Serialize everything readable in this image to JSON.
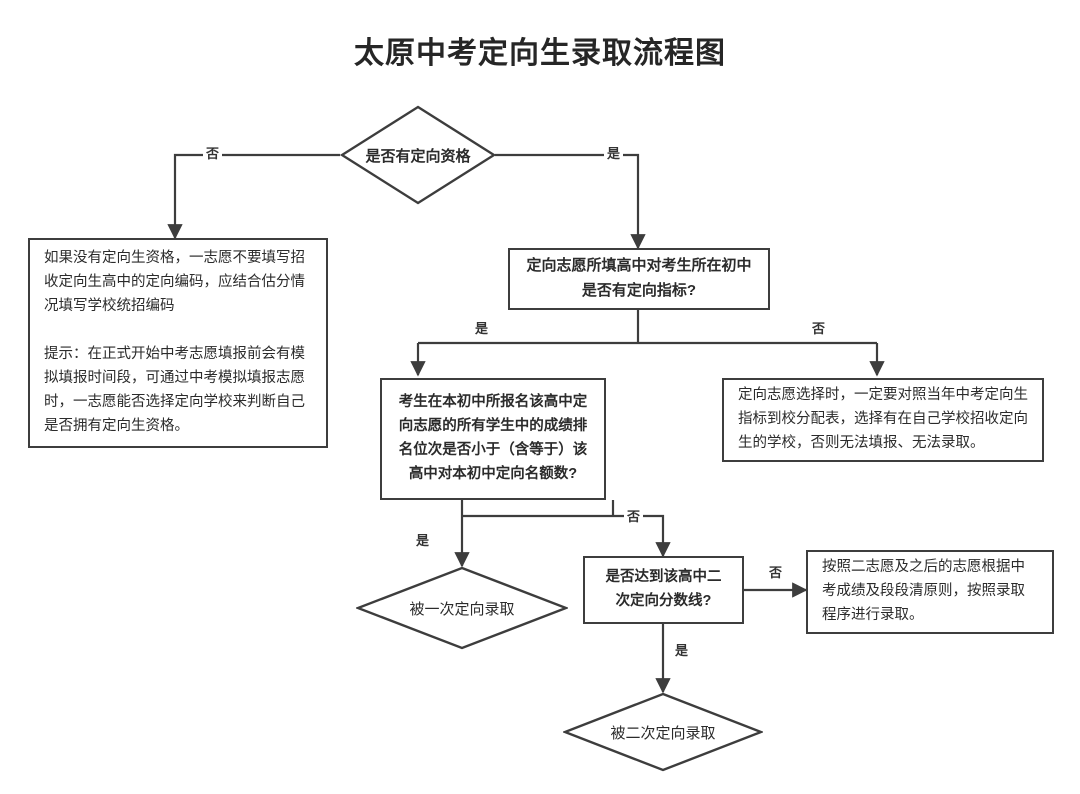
{
  "title": "太原中考定向生录取流程图",
  "labels": {
    "yes": "是",
    "no": "否"
  },
  "nodes": {
    "d_qualify": "是否有定向资格",
    "b_no_qualify": "如果没有定向生资格，一志愿不要填写招收定向生高中的定向编码，应结合估分情况填写学校统招编码\n\n提示：在正式开始中考志愿填报前会有模拟填报时间段，可通过中考模拟填报志愿时，一志愿能否选择定向学校来判断自己是否拥有定向生资格。",
    "b_has_index": "定向志愿所填高中对考生所在初中是否有定向指标?",
    "b_rank": "考生在本初中所报名该高中定向志愿的所有学生中的成绩排名位次是否小于（含等于）该高中对本初中定向名额数?",
    "b_no_index": "定向志愿选择时，一定要对照当年中考定向生指标到校分配表，选择有在自己学校招收定向生的学校，否则无法填报、无法录取。",
    "d_first_admit": "被一次定向录取",
    "b_second_line": "是否达到该高中二次定向分数线?",
    "b_second_volunteer": "按照二志愿及之后的志愿根据中考成绩及段段清原则，按照录取程序进行录取。",
    "d_second_admit": "被二次定向录取"
  },
  "edges": [
    {
      "name": "qualify-no",
      "label": "否"
    },
    {
      "name": "qualify-yes",
      "label": "是"
    },
    {
      "name": "has-index-yes",
      "label": "是"
    },
    {
      "name": "has-index-no",
      "label": "否"
    },
    {
      "name": "rank-yes",
      "label": "是"
    },
    {
      "name": "rank-no",
      "label": "否"
    },
    {
      "name": "second-line-no",
      "label": "否"
    },
    {
      "name": "second-line-yes",
      "label": "是"
    }
  ],
  "colors": {
    "border": "#3d3d3d",
    "text": "#2b2b2b",
    "background": "#ffffff"
  }
}
